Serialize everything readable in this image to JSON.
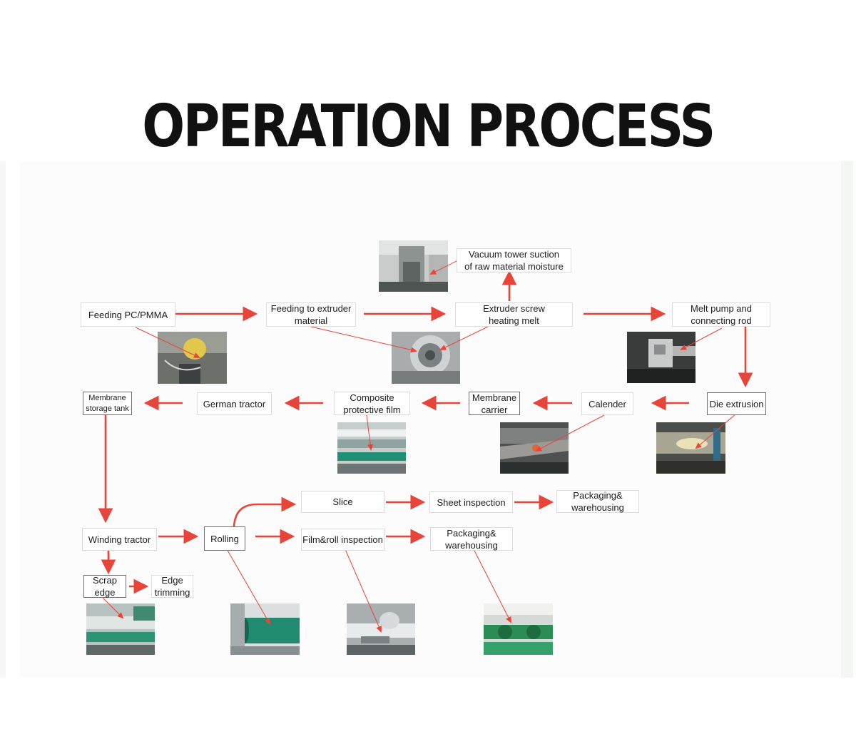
{
  "title": "OPERATION PROCESS",
  "steps": {
    "feeding_pc_pmma": "Feeding PC/PMMA",
    "feeding_extruder": "Feeding to extruder\nmaterial",
    "extruder_screw": "Extruder screw\nheating melt",
    "melt_pump": "Melt pump and\nconnecting rod",
    "vacuum_tower": "Vacuum tower suction\nof raw material moisture",
    "die_extrusion": "Die extrusion",
    "calender": "Calender",
    "membrane_carrier": "Membrane\ncarrier",
    "composite_film": "Composite\nprotective film",
    "german_tractor": "German tractor",
    "membrane_storage": "Membrane\nstorage tank",
    "winding_tractor": "Winding tractor",
    "rolling": "Rolling",
    "slice": "Slice",
    "sheet_inspection": "Sheet inspection",
    "packaging_1": "Packaging&\nwarehousing",
    "film_roll_inspection": "Film&roll inspection",
    "packaging_2": "Packaging&\nwarehousing",
    "scrap_edge": "Scrap\nedge",
    "edge_trimming": "Edge\ntrimming"
  },
  "colors": {
    "arrow": "#e8443a",
    "title": "#111111",
    "panel": "#fbfcfb"
  }
}
